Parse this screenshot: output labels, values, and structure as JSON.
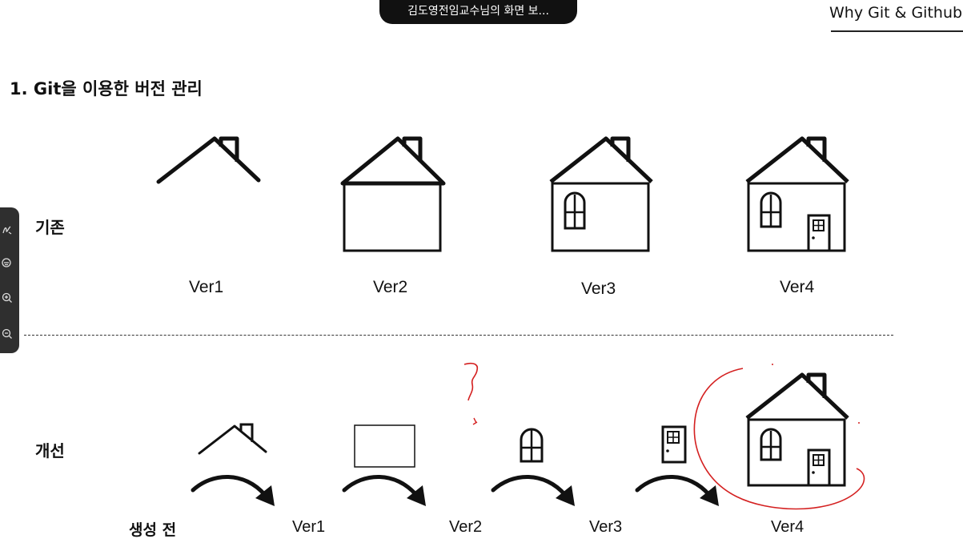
{
  "screen_share": {
    "label": "김도영전임교수님의 화면 보..."
  },
  "header": {
    "title": "Why Git & Github"
  },
  "section": {
    "title": "1. Git을 이용한 버전 관리"
  },
  "rows": {
    "existing": {
      "label": "기존",
      "versions": [
        "Ver1",
        "Ver2",
        "Ver3",
        "Ver4"
      ]
    },
    "improved": {
      "label": "개선",
      "start_label": "생성 전",
      "versions": [
        "Ver1",
        "Ver2",
        "Ver3",
        "Ver4"
      ]
    }
  },
  "toolbar": {
    "tools": [
      {
        "name": "pen-tool",
        "icon": "pen-icon"
      },
      {
        "name": "eraser-tool",
        "icon": "eraser-icon"
      },
      {
        "name": "zoom-in-tool",
        "icon": "zoom-in-icon"
      },
      {
        "name": "zoom-out-tool",
        "icon": "zoom-out-icon"
      }
    ]
  },
  "colors": {
    "annotation": "#d42020",
    "toolbar": "#2f2f2f"
  }
}
